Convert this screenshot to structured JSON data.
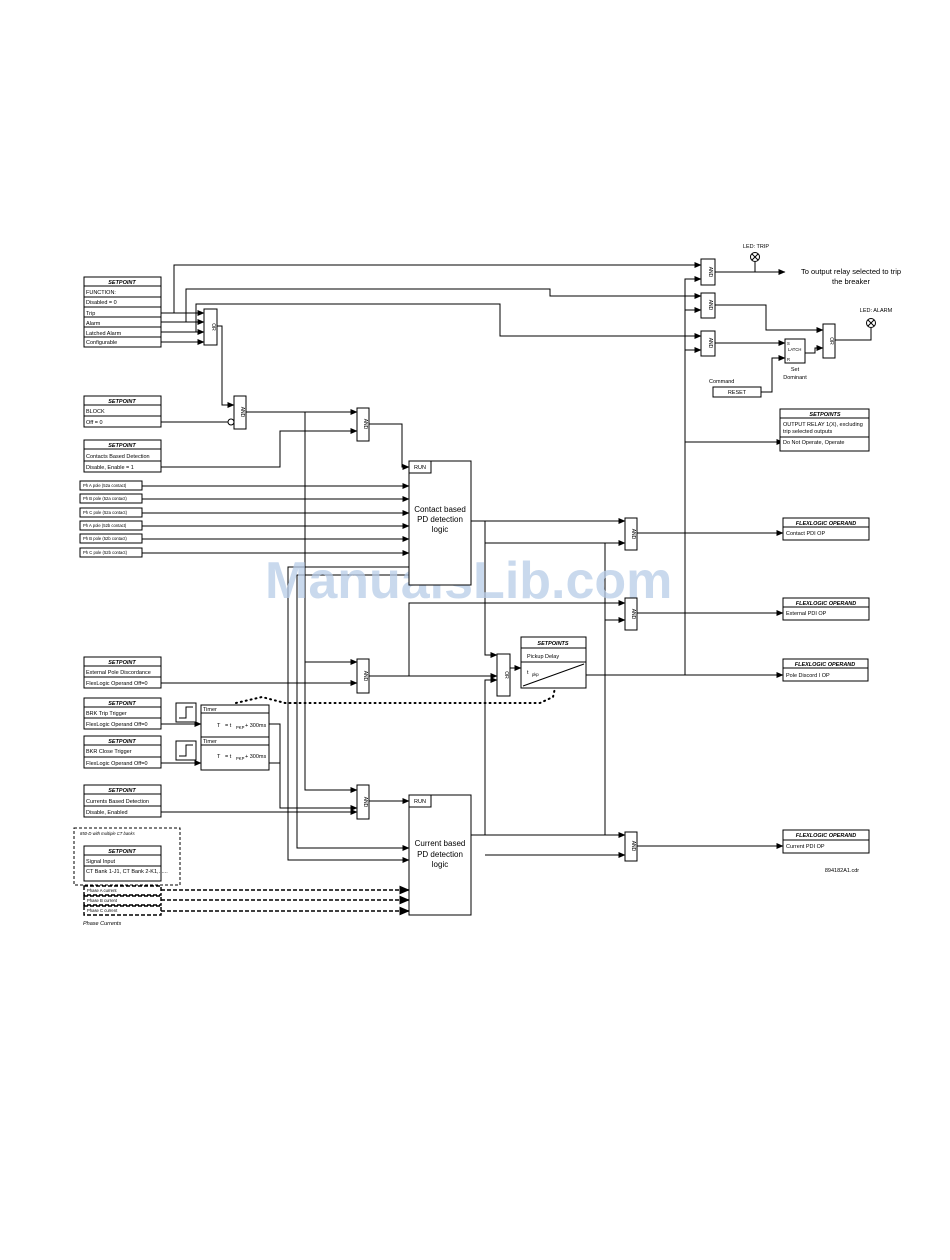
{
  "watermark": "ManualsLib.com",
  "drawing_id": "894182A1.cdr",
  "setpoint_function": {
    "header": "SETPOINT",
    "rows": [
      "FUNCTION:",
      "Disabled = 0",
      "Trip",
      "Alarm",
      "Latched Alarm",
      "Configurable"
    ]
  },
  "setpoint_block": {
    "header": "SETPOINT",
    "rows": [
      "BLOCK",
      "Off = 0"
    ]
  },
  "setpoint_contacts": {
    "header": "SETPOINT",
    "rows": [
      "Contacts Based Detection",
      "Disable, Enable = 1"
    ]
  },
  "phase_contacts": [
    "Ph A pole  (52a contact)",
    "Ph B pole  (52a contact)",
    "Ph C pole  (52a contact)",
    "Ph A pole  (52b contact)",
    "Ph B pole  (52b contact)",
    "Ph C pole  (52b contact)"
  ],
  "setpoint_external": {
    "header": "SETPOINT",
    "rows": [
      "External Pole Discordance",
      "FlexLogic Operand Off=0"
    ]
  },
  "setpoint_brk_trip": {
    "header": "SETPOINT",
    "rows": [
      "BRK Trip Trigger",
      "FlexLogic Operand Off=0"
    ]
  },
  "setpoint_bkr_close": {
    "header": "SETPOINT",
    "rows": [
      "BKR Close Trigger",
      "FlexLogic Operand Off=0"
    ]
  },
  "timers": [
    {
      "title": "Timer",
      "formula_t": "T",
      "formula_rest": "= t",
      "subscript": "PKP",
      "suffix": "+ 300ms"
    },
    {
      "title": "Timer",
      "formula_t": "T",
      "formula_rest": "= t",
      "subscript": "PKP",
      "suffix": "+ 300ms"
    }
  ],
  "setpoint_currents": {
    "header": "SETPOINT",
    "rows": [
      "Currents Based Detection",
      "Disable, Enabled"
    ]
  },
  "multi_ct_note": "850-D with multiple CT banks",
  "setpoint_signal": {
    "header": "SETPOINT",
    "rows": [
      "Signal Input",
      "CT Bank 1-J1, CT Bank 2-K1,......"
    ]
  },
  "phase_currents": [
    "Phase A current",
    "Phase B current",
    "Phase C current"
  ],
  "phase_currents_label": "Phase Currents",
  "contact_logic": {
    "run": "RUN",
    "lines": [
      "Contact based",
      "PD detection",
      "logic"
    ]
  },
  "current_logic": {
    "run": "RUN",
    "lines": [
      "Current based",
      "PD detection",
      "logic"
    ]
  },
  "pickup_setpoints": {
    "header": "SETPOINTS",
    "label": "Pickup Delay",
    "t": "t",
    "sub": "pkp"
  },
  "gates": {
    "and": "AND",
    "or": "OR"
  },
  "led_trip": "LED: TRIP",
  "led_alarm": "LED: ALARM",
  "trip_output": [
    "To output relay selected to trip",
    "the breaker"
  ],
  "latch": {
    "label": "LATCH",
    "s": "S",
    "r": "R",
    "caption": [
      "Set",
      "Dominant"
    ]
  },
  "command_label": "Command",
  "reset_label": "RESET",
  "setpoints_output": {
    "header": "SETPOINTS",
    "rows": [
      "OUTPUT RELAY 1(X), excluding",
      "trip selected outputs",
      "Do Not Operate, Operate"
    ]
  },
  "operands": [
    {
      "header": "FLEXLOGIC OPERAND",
      "value": "Contact PDI OP"
    },
    {
      "header": "FLEXLOGIC OPERAND",
      "value": "External PDI OP"
    },
    {
      "header": "FLEXLOGIC OPERAND",
      "value": "Pole Discord I OP"
    },
    {
      "header": "FLEXLOGIC OPERAND",
      "value": "Current PDI OP"
    }
  ]
}
